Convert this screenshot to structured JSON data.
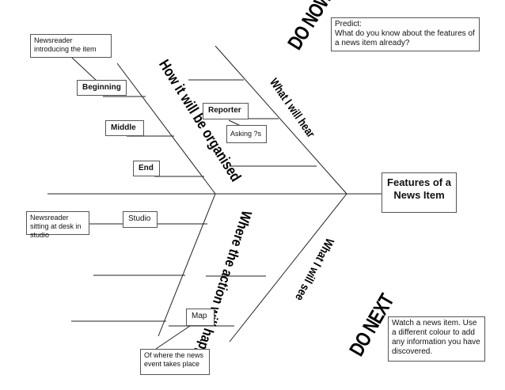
{
  "title_box": {
    "text": "Features of a News Item"
  },
  "do_now": {
    "heading": "DO NOW",
    "prompt_line1": "Predict:",
    "prompt_line2": "What do you know about the features of a news item already?"
  },
  "do_next": {
    "heading": "DO NEXT",
    "prompt": "Watch a news item. Use a different colour to add any information you have discovered."
  },
  "branches": {
    "organised": "How it will be organised",
    "hear": "What I will hear",
    "where": "Where the action will happen",
    "see": "What I will see"
  },
  "labels": {
    "beginning": "Beginning",
    "middle": "Middle",
    "end": "End",
    "reporter": "Reporter",
    "asking": "Asking ?s",
    "studio": "Studio",
    "map": "Map"
  },
  "notes": {
    "newsreader_intro": "Newsreader introducing the item",
    "newsreader_desk": "Newsreader sitting at desk in studio",
    "map_note": "Of where the news event takes place"
  }
}
